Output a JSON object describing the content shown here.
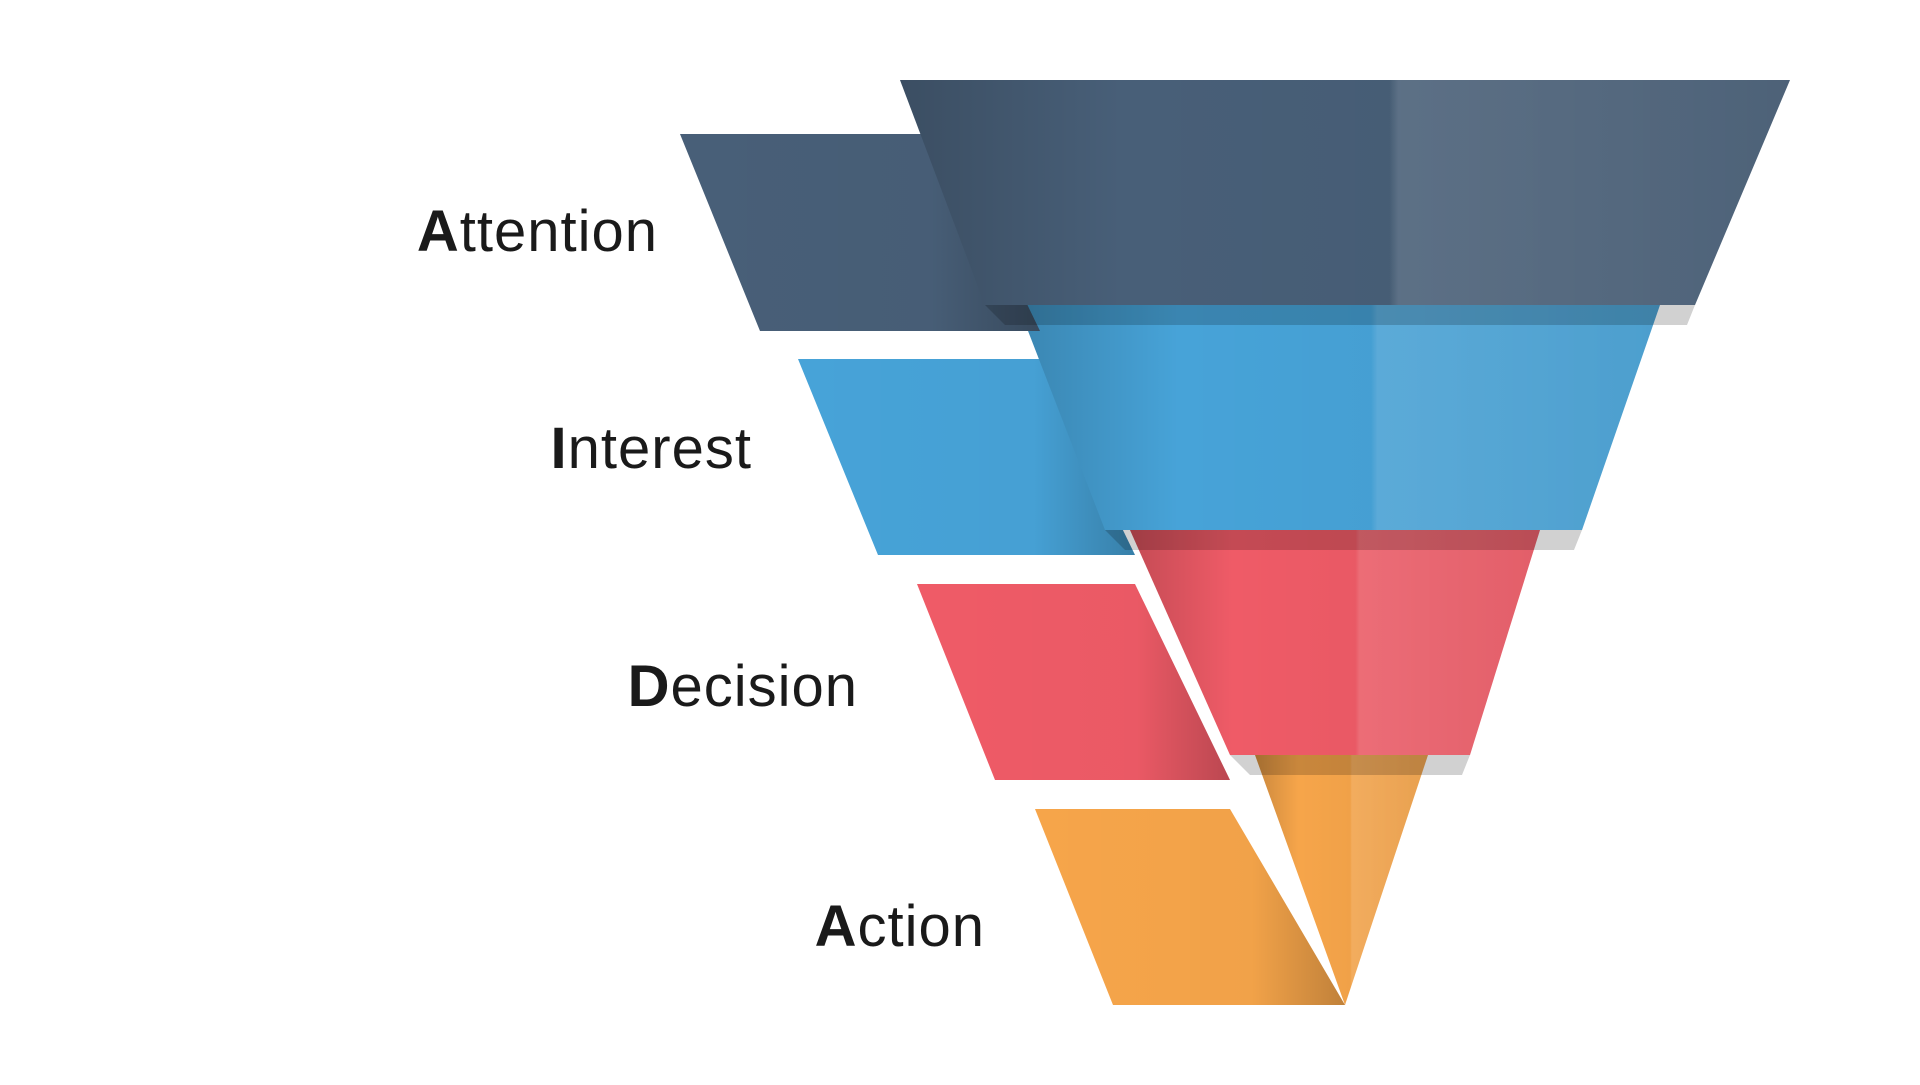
{
  "stages": [
    {
      "initial": "A",
      "rest": "ttention",
      "color": "#485f78"
    },
    {
      "initial": "I",
      "rest": "nterest",
      "color": "#47a3d8"
    },
    {
      "initial": "D",
      "rest": "ecision",
      "color": "#ef5b67"
    },
    {
      "initial": "A",
      "rest": "ction",
      "color": "#f6a54a"
    }
  ]
}
